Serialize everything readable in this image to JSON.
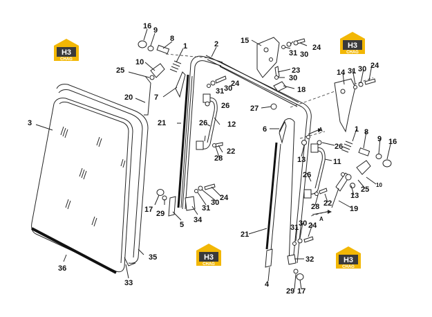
{
  "labels": {
    "l16a": "16",
    "l9a": "9",
    "l8a": "8",
    "l1a": "1",
    "l10": "10",
    "l25a": "25",
    "l20": "20",
    "l7": "7",
    "l2": "2",
    "l3": "3",
    "l21a": "21",
    "l26a": "26",
    "l12": "12",
    "l22a": "22",
    "l28a": "28",
    "l17a": "17",
    "l29a": "29",
    "l5": "5",
    "l34": "34",
    "l31a": "31",
    "l30a": "30",
    "l24a": "24",
    "l35": "35",
    "l36": "36",
    "l33": "33",
    "l15": "15",
    "l31b": "31",
    "l30b": "30",
    "l24b": "24",
    "l23": "23",
    "l30c": "30",
    "l18": "18",
    "l24c": "24",
    "l31c": "31",
    "l30d": "30",
    "l27": "27",
    "l14": "14",
    "l31d": "31",
    "l30e": "30",
    "l24d": "24",
    "l6": "6",
    "l1b": "1",
    "l8b": "8",
    "l9b": "9",
    "l16b": "16",
    "l26b": "26",
    "l13a": "13",
    "l11": "11",
    "l26c": "26",
    "l13b": "13",
    "l25b": "25",
    "l10b": "10",
    "l28b": "28",
    "l22b": "22",
    "l19": "19",
    "l21b": "21",
    "l31e": "31",
    "l30f": "30",
    "l24e": "24",
    "l32": "32",
    "l4": "4",
    "l29b": "29",
    "l17b": "17",
    "lA1": "A",
    "lA2": "A"
  },
  "logo": {
    "mark": "H3",
    "sub": "CHAG",
    "color_yellow": "#f2b705",
    "color_dark": "#3a3a3a"
  }
}
